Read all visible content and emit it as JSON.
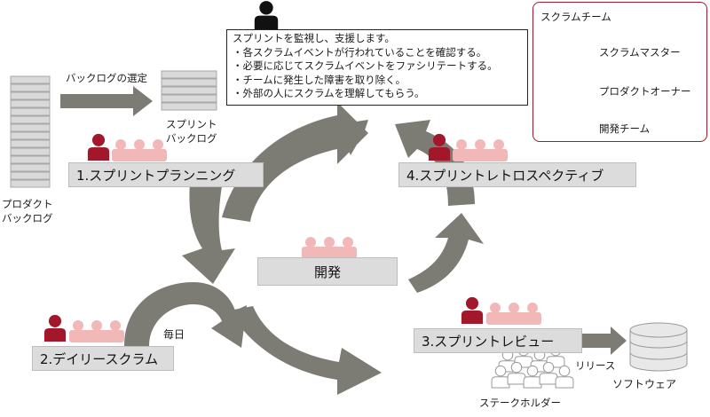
{
  "colors": {
    "cycle_gray": "#7c7c74",
    "box_gray": "#dcdcdc",
    "owner_red": "#a3172a",
    "team_pink": "#f2b8b8",
    "master_black": "#111111",
    "stakeholder_gray": "#c8c8c8",
    "legend_border": "#9b1c2a"
  },
  "legend": {
    "title": "スクラムチーム",
    "master": "スクラムマスター",
    "owner": "プロダクトオーナー",
    "team": "開発チーム"
  },
  "callout": {
    "lines": [
      "スプリントを監視し、支援します。",
      "・各スクラムイベントが行われていることを確認する。",
      "・必要に応じてスクラムイベントをファシリテートする。",
      "・チームに発生した障害を取り除く。",
      "・外部の人にスクラムを理解してもらう。"
    ]
  },
  "backlog": {
    "product_label_1": "プロダクト",
    "product_label_2": "バックログ",
    "selection_label": "バックログの選定",
    "sprint_label_1": "スプリント",
    "sprint_label_2": "バックログ"
  },
  "stages": {
    "planning": "1.スプリントプランニング",
    "daily": "2.デイリースクラム",
    "review": "3.スプリントレビュー",
    "retro": "4.スプリントレトロスペクティブ",
    "development": "開発"
  },
  "labels": {
    "daily_every_day": "毎日",
    "release": "リリース",
    "software": "ソフトウェア",
    "stakeholders": "ステークホルダー"
  }
}
